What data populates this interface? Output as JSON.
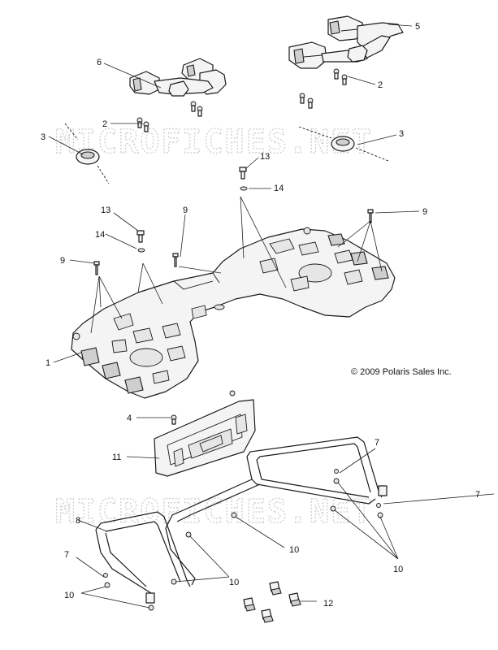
{
  "copyright": "© 2009 Polaris Sales Inc.",
  "watermark": "MICROFICHES.NET",
  "callouts": [
    {
      "id": "callout-5",
      "label": "5"
    },
    {
      "id": "callout-6",
      "label": "6"
    },
    {
      "id": "callout-2-right",
      "label": "2"
    },
    {
      "id": "callout-2-left",
      "label": "2"
    },
    {
      "id": "callout-3-left",
      "label": "3"
    },
    {
      "id": "callout-3-right",
      "label": "3"
    },
    {
      "id": "callout-13-top",
      "label": "13"
    },
    {
      "id": "callout-14-top",
      "label": "14"
    },
    {
      "id": "callout-13-left",
      "label": "13"
    },
    {
      "id": "callout-9-middle",
      "label": "9"
    },
    {
      "id": "callout-9-right",
      "label": "9"
    },
    {
      "id": "callout-14-left",
      "label": "14"
    },
    {
      "id": "callout-9-left",
      "label": "9"
    },
    {
      "id": "callout-1",
      "label": "1"
    },
    {
      "id": "callout-4",
      "label": "4"
    },
    {
      "id": "callout-11",
      "label": "11"
    },
    {
      "id": "callout-7-top",
      "label": "7"
    },
    {
      "id": "callout-7-right",
      "label": "7"
    },
    {
      "id": "callout-8",
      "label": "8"
    },
    {
      "id": "callout-10-center",
      "label": "10"
    },
    {
      "id": "callout-10-right",
      "label": "10"
    },
    {
      "id": "callout-7-left",
      "label": "7"
    },
    {
      "id": "callout-10-bottom",
      "label": "10"
    },
    {
      "id": "callout-10-left",
      "label": "10"
    },
    {
      "id": "callout-12",
      "label": "12"
    }
  ]
}
